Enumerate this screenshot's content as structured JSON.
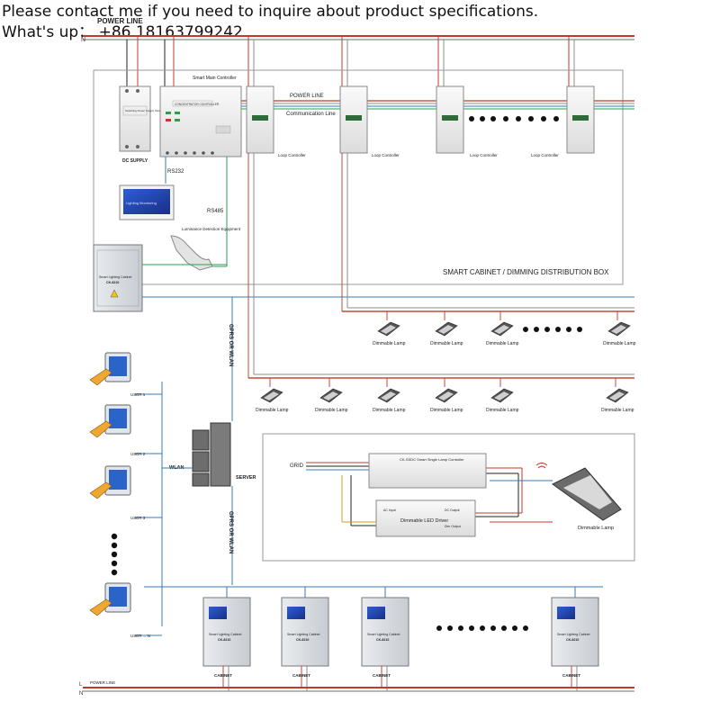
{
  "header": {
    "line1": "Please contact me if you need to inquire about product specifications.",
    "line2": "What's up： +86 18163799242"
  },
  "power": {
    "top_label": "POWER LINE",
    "bottom_label": "POWER LINE",
    "l_label": "L",
    "n_label": "N"
  },
  "cabinet_box": {
    "title": "SMART CABINET / DIMMING DISTRIBUTION BOX",
    "inner_power_label": "POWER LINE",
    "comm_label": "Communication Line"
  },
  "devices": {
    "dc_supply": "DC SUPPLY",
    "dc_supply_body": "Switching Power Supply Module",
    "main_controller": "Smart Main Controller",
    "main_controller_body": "CONCENTRATOR CONTROLLER",
    "loop_controller": "Loop Controller",
    "rs232": "RS232",
    "rs485": "RS485",
    "monitor_screen": "Lighting Monitoring",
    "luminance": "Luminance Detection Equipment",
    "master_cabinet_name": "Smart Lighting Cabinet",
    "master_cabinet_model": "CK-8210"
  },
  "network": {
    "gprs_top": "GPRS OR WLAN",
    "gprs_bottom": "GPRS OR WLAN",
    "wlan": "WLAN",
    "server": "SERVER",
    "users": [
      "USER 1",
      "USER 2",
      "USER 3",
      "USER ... N"
    ]
  },
  "lamps": {
    "row1": [
      "Dimmable Lamp",
      "Dimmable Lamp",
      "Dimmable Lamp",
      "Dimmable Lamp"
    ],
    "row2": [
      "Dimmable Lamp",
      "Dimmable Lamp",
      "Dimmable Lamp",
      "Dimmable Lamp",
      "Dimmable Lamp",
      "Dimmable Lamp"
    ]
  },
  "detail": {
    "grid": "GRID",
    "controller": "CK-SSDC Smart Single Lamp Controller",
    "driver": "Dimmable LED Driver",
    "ac_input": "AC Input",
    "dc_output": "DC Output",
    "dim_output": "Dim Output",
    "lamp": "Dimmable Lamp"
  },
  "cabinets": {
    "items": [
      "CABINET",
      "CABINET",
      "CABINET",
      "CABINET"
    ],
    "name": "Smart Lighting Cabinet",
    "model": "CK-8210"
  },
  "colors": {
    "power_red": "#c0392b",
    "neutral_gray": "#8c8c8c",
    "comm_green": "#2e9e4e",
    "comm_blue": "#3a78b8",
    "lamp_wire_red": "#c14a3a",
    "box_border": "#9a9a9a"
  }
}
